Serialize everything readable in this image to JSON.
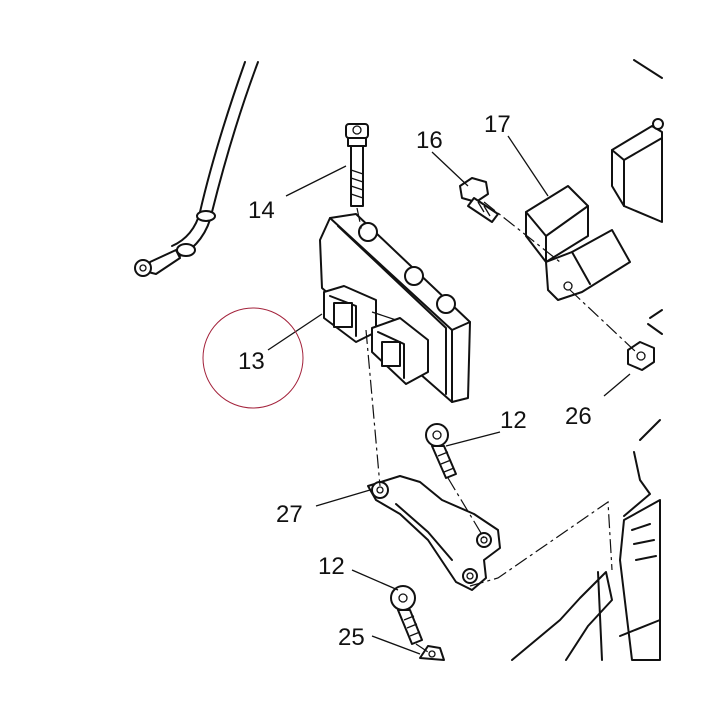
{
  "diagram": {
    "callouts": [
      {
        "id": "c14",
        "label": "14"
      },
      {
        "id": "c16",
        "label": "16"
      },
      {
        "id": "c17",
        "label": "17"
      },
      {
        "id": "c13",
        "label": "13"
      },
      {
        "id": "c12a",
        "label": "12"
      },
      {
        "id": "c26",
        "label": "26"
      },
      {
        "id": "c27",
        "label": "27"
      },
      {
        "id": "c12b",
        "label": "12"
      },
      {
        "id": "c25",
        "label": "25"
      }
    ],
    "highlighted_part": "13",
    "highlight_color": "#a3223b"
  }
}
